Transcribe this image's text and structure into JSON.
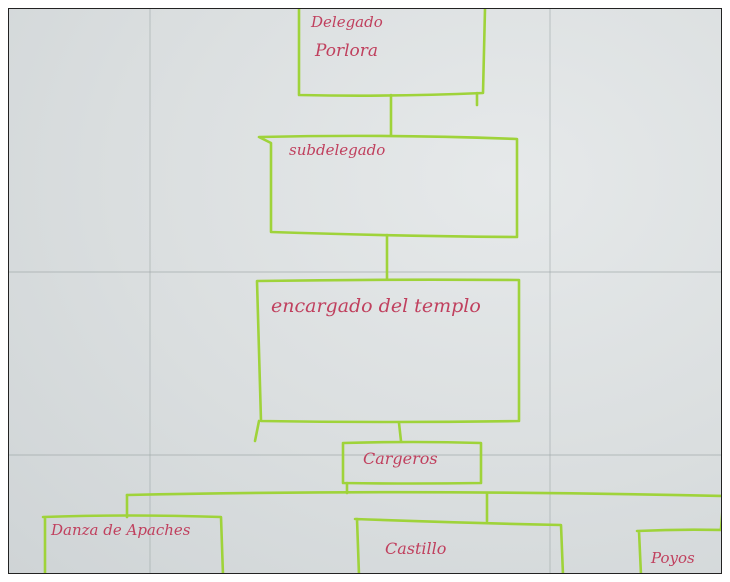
{
  "org_chart": {
    "nodes": [
      {
        "id": "delegado",
        "label_line1": "Delegado",
        "label_line2": "Porlora"
      },
      {
        "id": "subdelegado",
        "label": "subdelegado"
      },
      {
        "id": "encargado",
        "label": "encargado del templo"
      },
      {
        "id": "cargeros",
        "label": "Cargeros"
      },
      {
        "id": "danza",
        "label": "Danza de Apaches"
      },
      {
        "id": "castillo",
        "label": "Castillo"
      },
      {
        "id": "poyos",
        "label": "Poyos"
      }
    ]
  },
  "colors": {
    "ink_line": "#9fd33a",
    "ink_text": "#c0405e",
    "paper": "#dde1e2"
  }
}
